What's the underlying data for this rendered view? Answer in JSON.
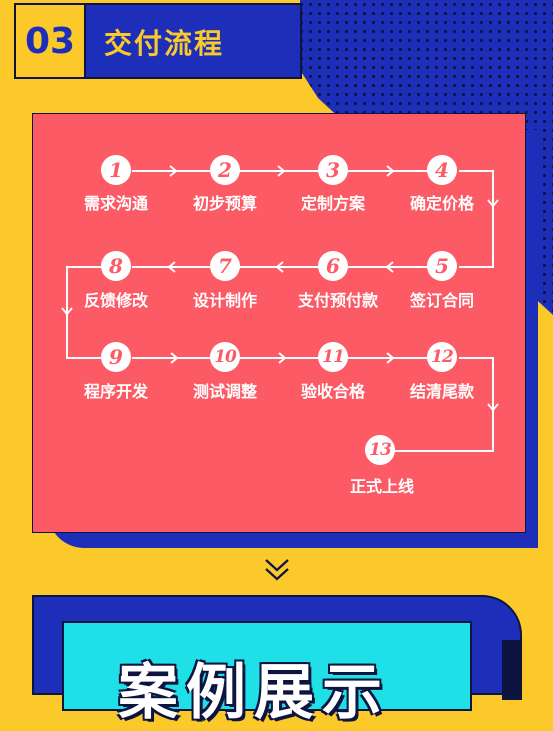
{
  "header": {
    "number": "03",
    "title": "交付流程"
  },
  "steps": [
    {
      "num": "1",
      "label": "需求沟通"
    },
    {
      "num": "2",
      "label": "初步预算"
    },
    {
      "num": "3",
      "label": "定制方案"
    },
    {
      "num": "4",
      "label": "确定价格"
    },
    {
      "num": "5",
      "label": "签订合同"
    },
    {
      "num": "6",
      "label": "支付预付款"
    },
    {
      "num": "7",
      "label": "设计制作"
    },
    {
      "num": "8",
      "label": "反馈修改"
    },
    {
      "num": "9",
      "label": "程序开发"
    },
    {
      "num": "10",
      "label": "测试调整"
    },
    {
      "num": "11",
      "label": "验收合格"
    },
    {
      "num": "12",
      "label": "结清尾款"
    },
    {
      "num": "13",
      "label": "正式上线"
    }
  ],
  "showcase": {
    "title": "案例展示"
  },
  "colors": {
    "yellow": "#fcc92a",
    "blue": "#1d2fb8",
    "navy": "#0d1440",
    "coral": "#fc5a64",
    "cyan": "#1ee0e6"
  }
}
